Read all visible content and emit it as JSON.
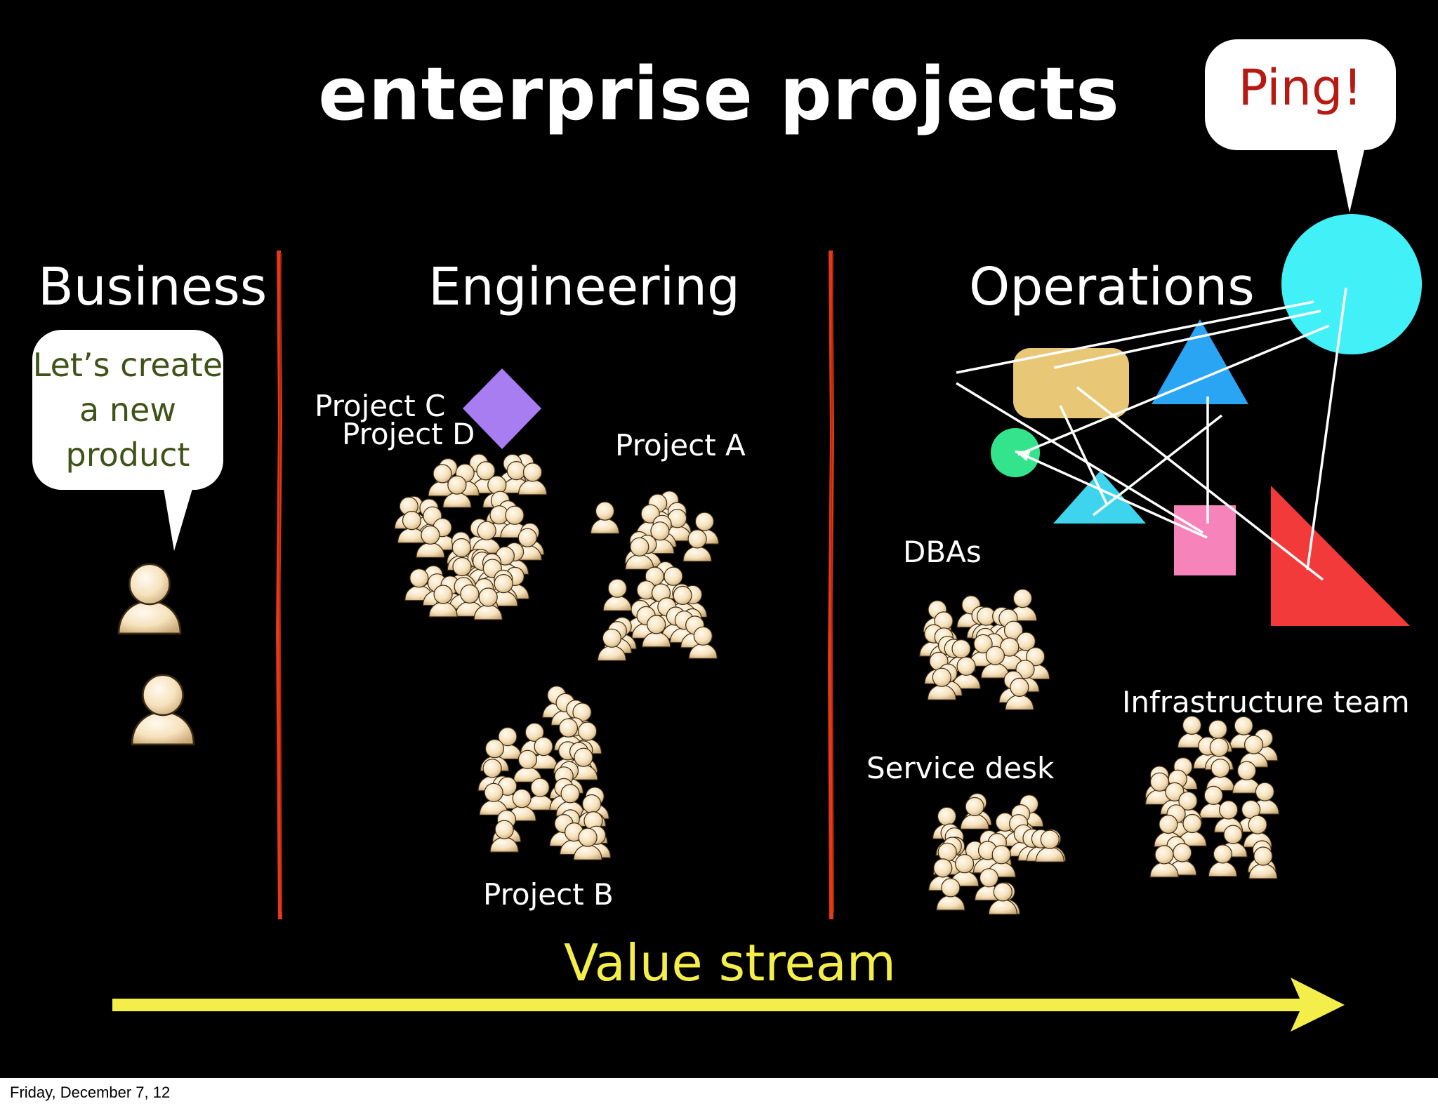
{
  "title": "enterprise projects",
  "columns": {
    "business": "Business",
    "engineering": "Engineering",
    "operations": "Operations"
  },
  "bubbles": {
    "business": "Let’s create\na new\nproduct",
    "ping": "Ping!"
  },
  "groups": {
    "project_c": "Project C",
    "project_d": "Project D",
    "project_a": "Project A",
    "project_b": "Project B",
    "dbas": "DBAs",
    "service_desk": "Service desk",
    "infrastructure_team": "Infrastructure team"
  },
  "value_stream": "Value stream",
  "footer_date": "Friday, December 7, 12",
  "colors": {
    "background": "#000000",
    "divider": "#e23a1a",
    "arrow": "#f4ee4b",
    "person": "#f6e2bd",
    "ping_text": "#b51b12",
    "business_text": "#3f5219",
    "diamond": "#a97df2",
    "circle_big": "#42f0f7",
    "rect_tan": "#e8c877",
    "triangle_blue": "#2aa5f3",
    "circle_green": "#34e48c",
    "triangle_cyan": "#3fd4ee",
    "square_pink": "#f684bb",
    "triangle_red": "#f23a3b"
  }
}
